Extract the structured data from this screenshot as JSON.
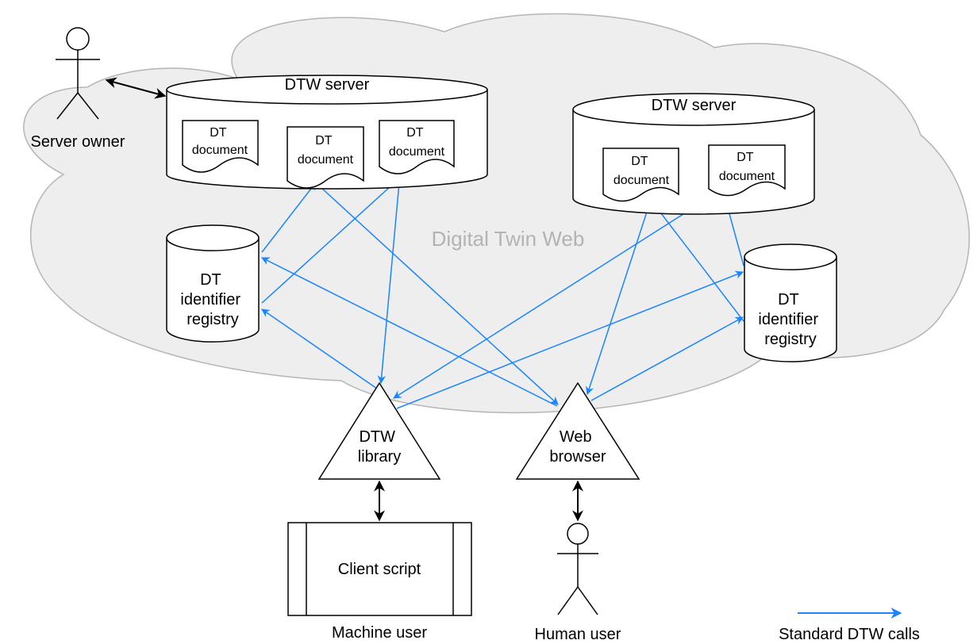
{
  "cloud": {
    "label": "Digital Twin Web"
  },
  "servers": [
    {
      "title": "DTW server",
      "documents": [
        [
          "DT",
          "document"
        ],
        [
          "DT",
          "document"
        ],
        [
          "DT",
          "document"
        ]
      ]
    },
    {
      "title": "DTW server",
      "documents": [
        [
          "DT",
          "document"
        ],
        [
          "DT",
          "document"
        ]
      ]
    }
  ],
  "registries": [
    {
      "lines": [
        "DT",
        "identifier",
        "registry"
      ]
    },
    {
      "lines": [
        "DT",
        "identifier",
        "registry"
      ]
    }
  ],
  "clients": {
    "library": {
      "lines": [
        "DTW",
        "library"
      ]
    },
    "browser": {
      "lines": [
        "Web",
        "browser"
      ]
    },
    "script": {
      "label": "Client script",
      "caption": "Machine user"
    }
  },
  "actors": {
    "server_owner": "Server owner",
    "human_user": "Human user"
  },
  "legend": {
    "label": "Standard DTW calls"
  },
  "colors": {
    "call": "#1a85ff",
    "cloud_fill": "#eeeeee",
    "cloud_stroke": "#b5b5b5",
    "cloud_text": "#b3b3b3",
    "stroke": "#000000"
  }
}
